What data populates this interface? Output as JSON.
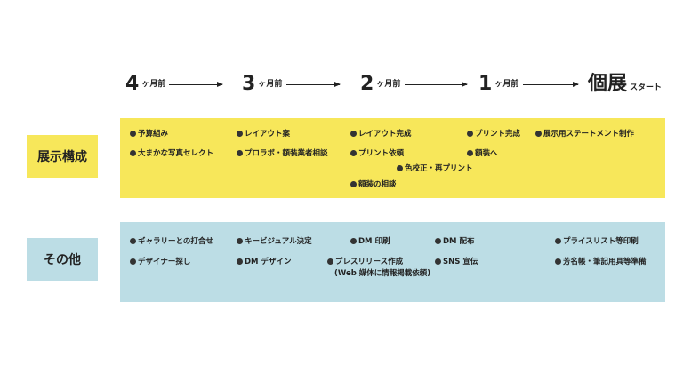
{
  "timeline": {
    "stages": [
      {
        "num": "4",
        "unit": "ヶ月前"
      },
      {
        "num": "3",
        "unit": "ヶ月前"
      },
      {
        "num": "2",
        "unit": "ヶ月前"
      },
      {
        "num": "1",
        "unit": "ヶ月前"
      }
    ],
    "final": {
      "label": "個展",
      "unit": "スタート"
    }
  },
  "rows": {
    "exhibition": {
      "label": "展示構成",
      "color": "#f7e75a",
      "items": [
        "予算組み",
        "大まかな写真セレクト",
        "レイアウト案",
        "プロラボ・額装業者相談",
        "レイアウト完成",
        "プリント依頼",
        "色校正・再プリント",
        "額装の相談",
        "プリント完成",
        "額装へ",
        "展示用ステートメント制作"
      ]
    },
    "other": {
      "label": "その他",
      "color": "#bcdde5",
      "items": [
        "ギャラリーとの打合せ",
        "デザイナー探し",
        "キービジュアル決定",
        "DM デザイン",
        "DM 印刷",
        "プレスリリース作成",
        "(Web 媒体に情報掲載依頼)",
        "DM 配布",
        "SNS 宣伝",
        "プライスリスト等印刷",
        "芳名帳・筆記用具等準備"
      ]
    }
  }
}
